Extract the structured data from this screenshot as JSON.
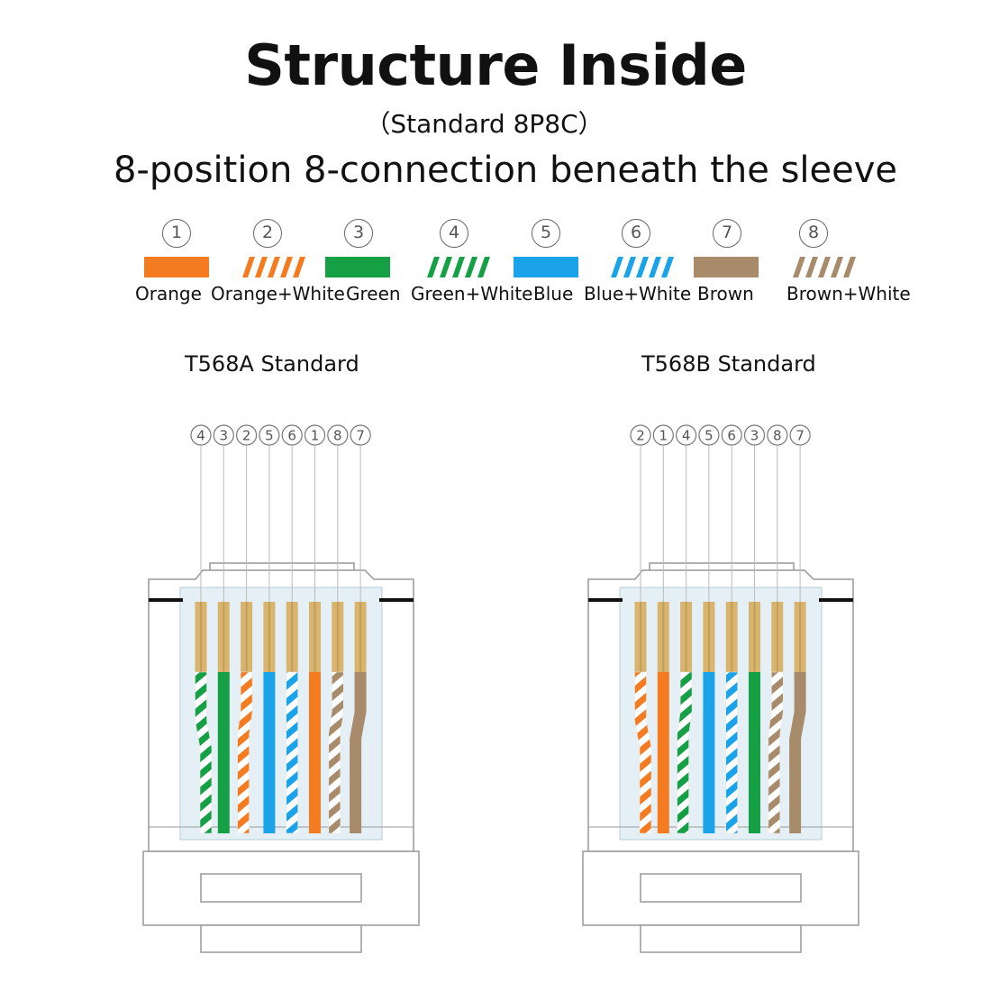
{
  "title": "Structure Inside",
  "subtitle": "（Standard 8P8C）",
  "subtitle2": "8-position 8-connection beneath the sleeve",
  "colors": {
    "orange": "#F47B20",
    "green": "#16A046",
    "blue": "#1AA3E8",
    "brown": "#A88B6A",
    "white": "#FFFFFF",
    "gold": "#D8B46E",
    "outline": "#999999",
    "sleeve": "#CFE3EE"
  },
  "legend": [
    {
      "num": "①",
      "label": "Orange",
      "color": "orange",
      "striped": false
    },
    {
      "num": "②",
      "label": "Orange+White",
      "color": "orange",
      "striped": true
    },
    {
      "num": "③",
      "label": "Green",
      "color": "green",
      "striped": false
    },
    {
      "num": "④",
      "label": "Green+White",
      "color": "green",
      "striped": true
    },
    {
      "num": "⑤",
      "label": "Blue",
      "color": "blue",
      "striped": false
    },
    {
      "num": "⑥",
      "label": "Blue+White",
      "color": "blue",
      "striped": true
    },
    {
      "num": "⑦",
      "label": "Brown",
      "color": "brown",
      "striped": false
    },
    {
      "num": "⑧",
      "label": "Brown+White",
      "color": "brown",
      "striped": true
    }
  ],
  "connectors": [
    {
      "title": "T568A Standard",
      "order": [
        4,
        3,
        2,
        5,
        6,
        1,
        8,
        7
      ]
    },
    {
      "title": "T568B Standard",
      "order": [
        2,
        1,
        4,
        5,
        6,
        3,
        8,
        7
      ]
    }
  ]
}
